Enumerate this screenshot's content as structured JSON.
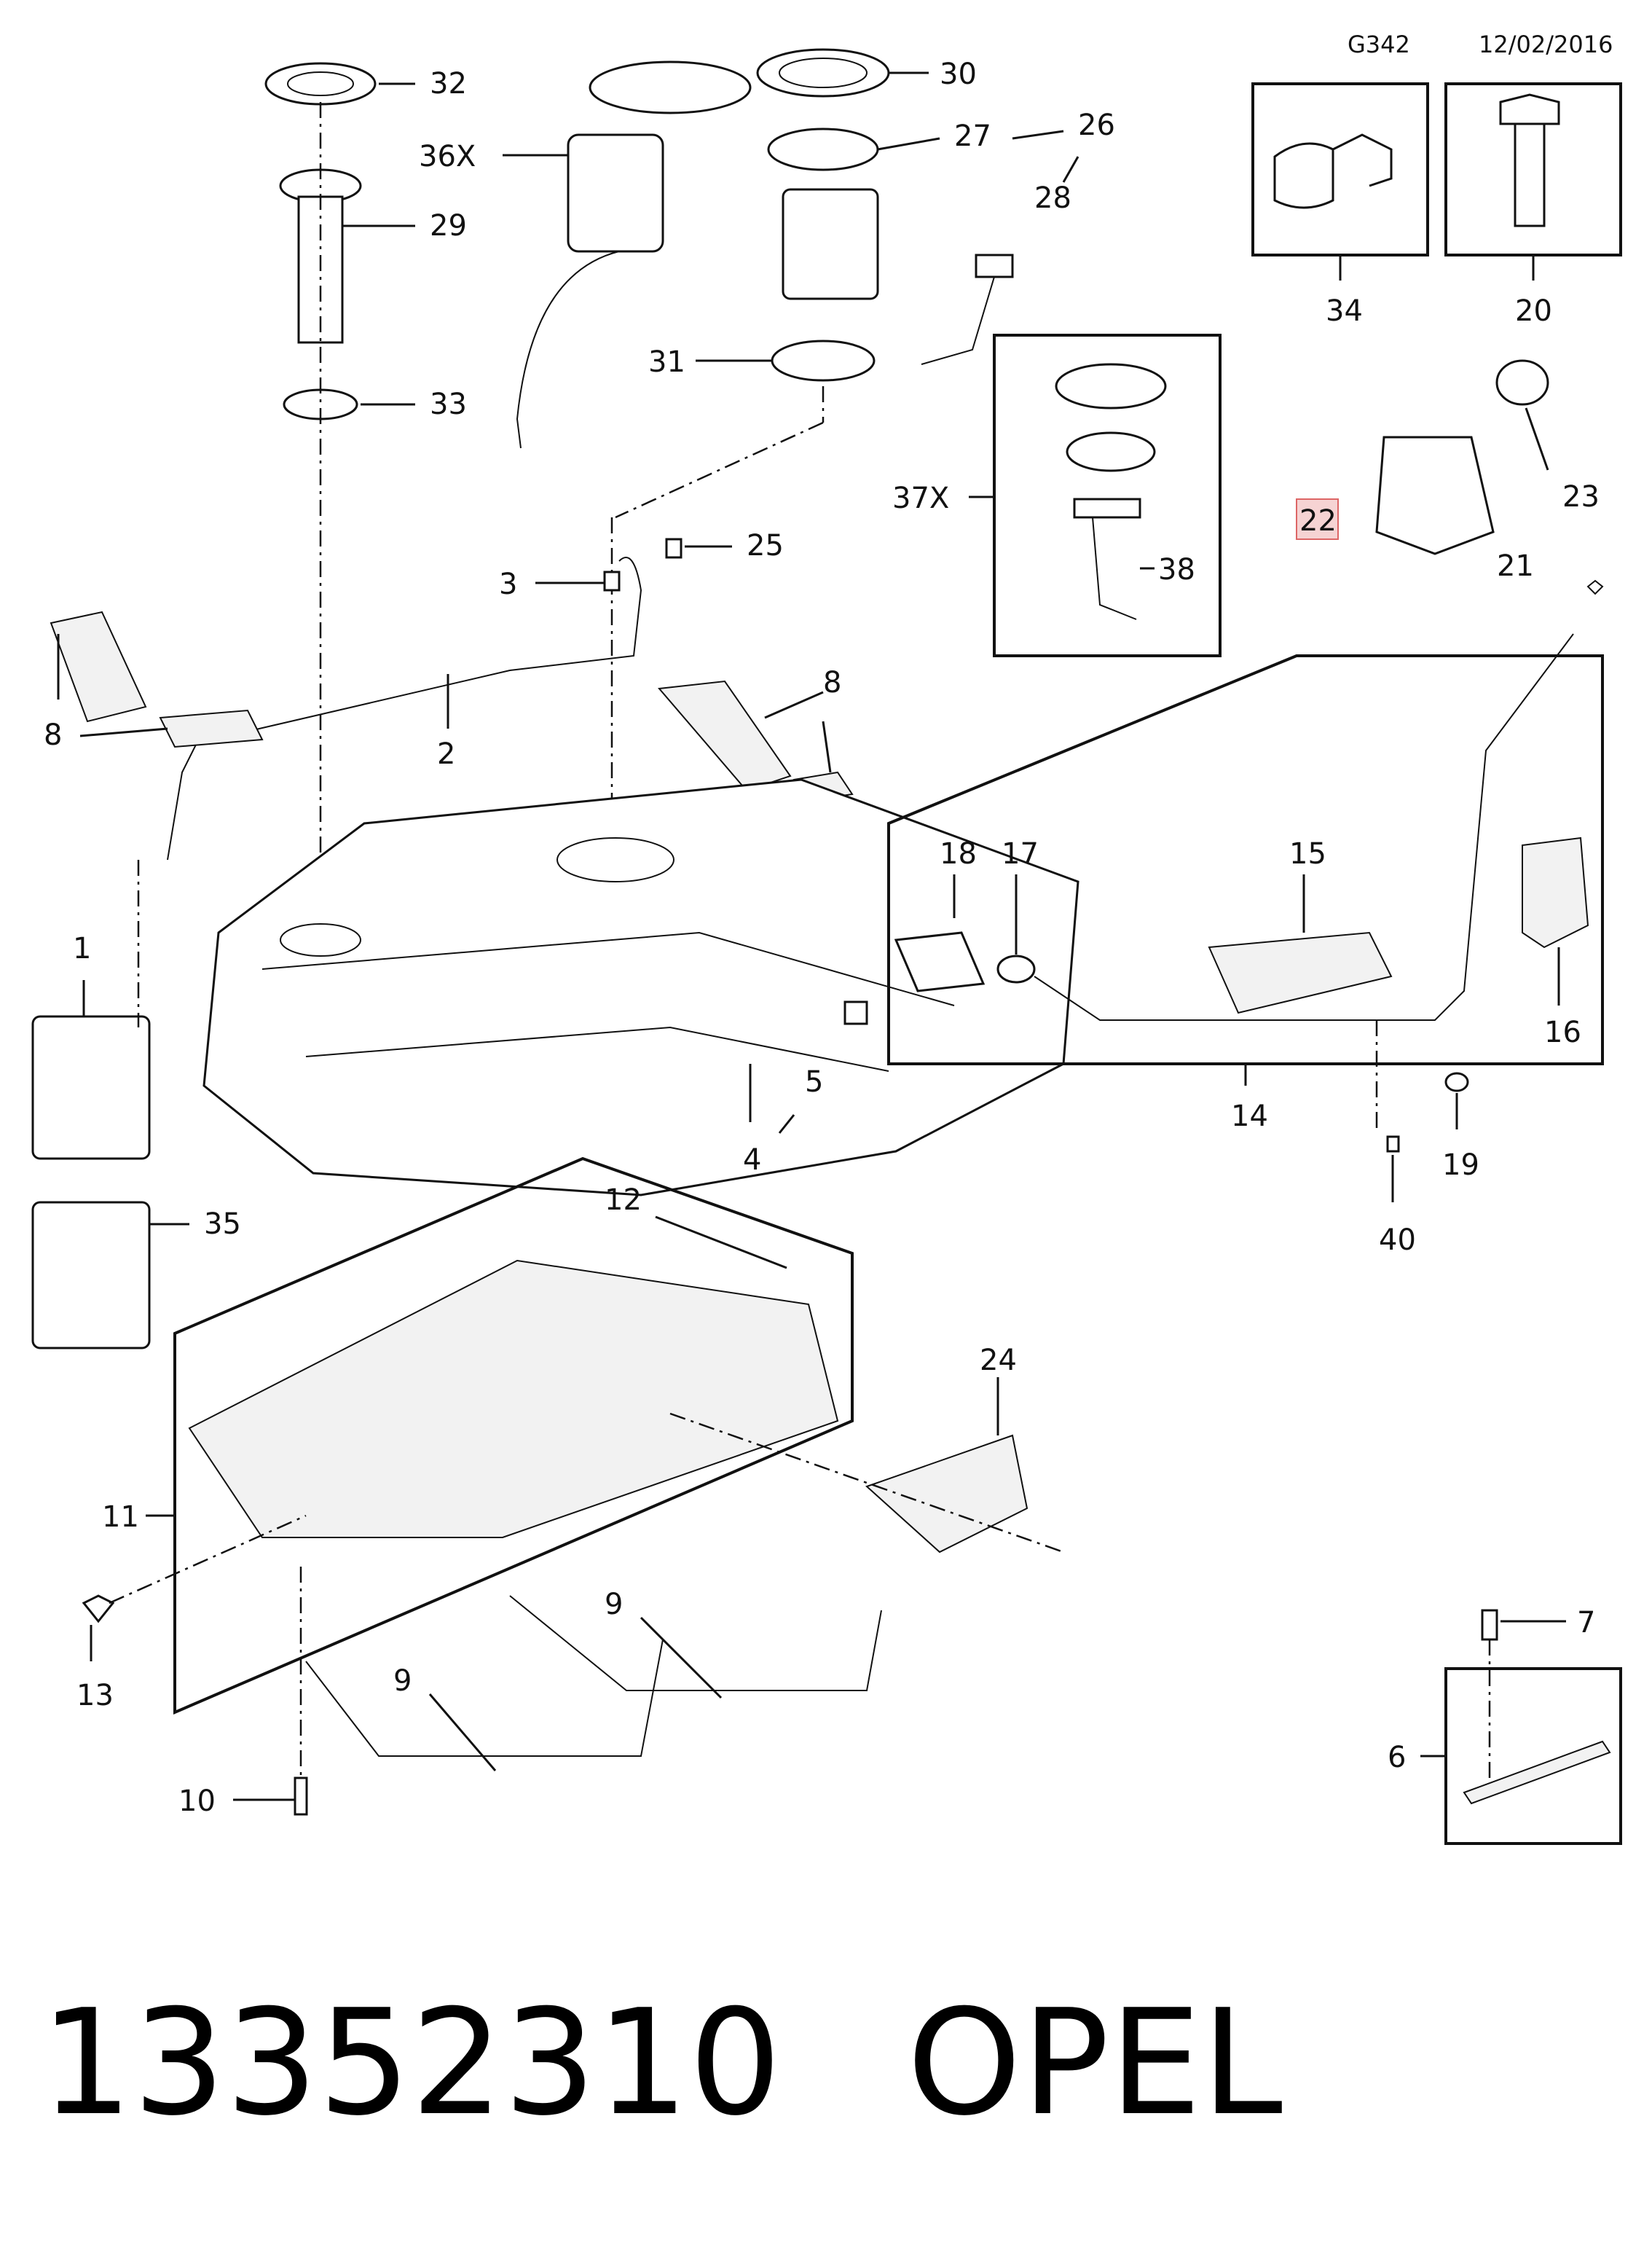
{
  "header": {
    "code": "G342",
    "date": "12/02/2016"
  },
  "footer": {
    "part_number": "13352310",
    "brand": "OPEL"
  },
  "colors": {
    "line": "#111111",
    "highlight_fill": "#f6d3d3",
    "highlight_stroke": "#dd6666"
  },
  "callouts": {
    "c1": "1",
    "c2": "2",
    "c3": "3",
    "c4": "4",
    "c5": "5",
    "c6": "6",
    "c7": "7",
    "c8a": "8",
    "c8b": "8",
    "c9a": "9",
    "c9b": "9",
    "c10": "10",
    "c11": "11",
    "c12": "12",
    "c13": "13",
    "c14": "14",
    "c15": "15",
    "c16": "16",
    "c17": "17",
    "c18": "18",
    "c19": "19",
    "c20": "20",
    "c21": "21",
    "c22": "22",
    "c23": "23",
    "c24": "24",
    "c25": "25",
    "c26": "26",
    "c27": "27",
    "c28": "28",
    "c29": "29",
    "c30": "30",
    "c31": "31",
    "c32": "32",
    "c33": "33",
    "c34": "34",
    "c35": "35",
    "c36x": "36X",
    "c37x": "37X",
    "c38": "38",
    "c40": "40"
  },
  "highlighted_callout": "22"
}
